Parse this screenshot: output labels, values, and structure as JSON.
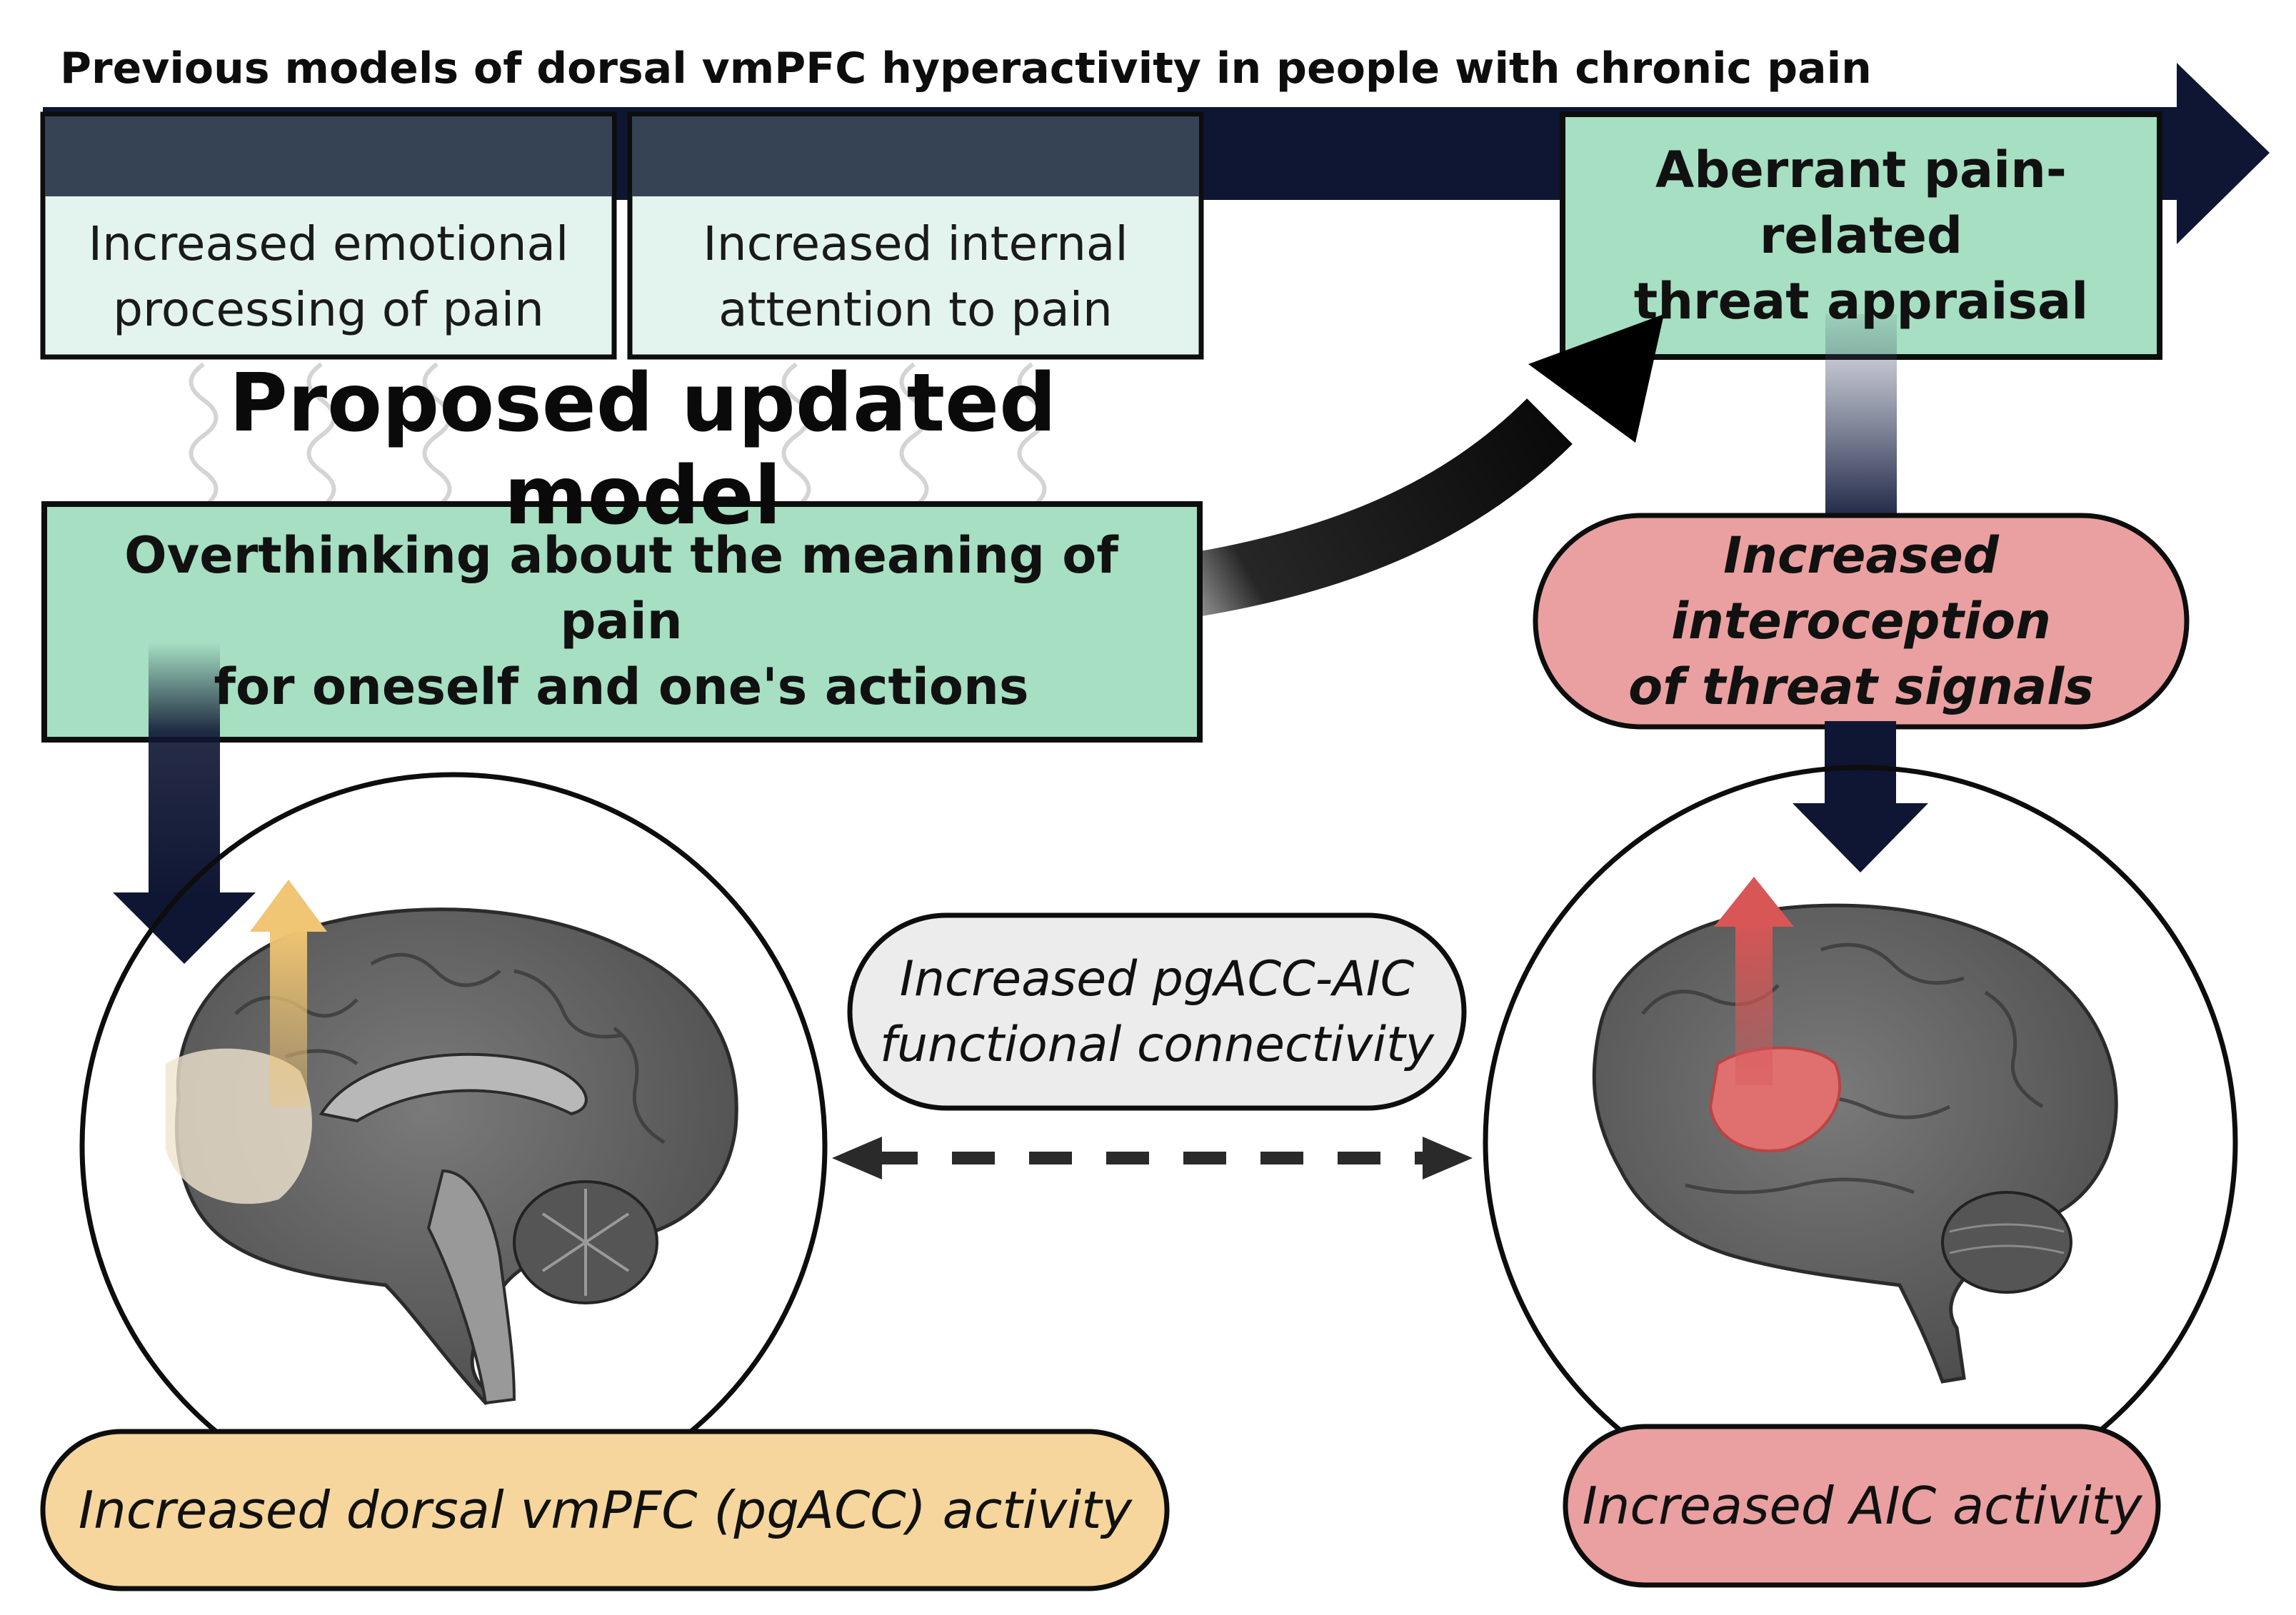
{
  "header": {
    "title": "Previous models of dorsal vmPFC hyperactivity in people with chronic pain"
  },
  "previous_models": [
    {
      "label": "Increased emotional\nprocessing of pain"
    },
    {
      "label": "Increased internal\nattention to pain"
    }
  ],
  "threat_appraisal": {
    "label": "Aberrant pain-related\nthreat appraisal"
  },
  "proposed": {
    "heading": "Proposed updated model",
    "box_label": "Overthinking about the meaning of pain\nfor oneself and one's actions"
  },
  "interoception": {
    "label": "Increased interoception\nof threat signals"
  },
  "connectivity": {
    "label": "Increased  pgACC-AIC\nfunctional connectivity"
  },
  "outcomes": {
    "vmpfc": "Increased dorsal vmPFC (pgACC) activity",
    "aic": "Increased AIC activity"
  },
  "colors": {
    "navy": "#0f1633",
    "header_band": "#354354",
    "light_teal": "#e3f4ee",
    "green": "#a6dfc2",
    "pink": "#eaa0a0",
    "peach": "#f6d69c",
    "gray_bubble": "#ececec",
    "brain_gray": "#5c5c5c",
    "yellow_arrow": "#f0c573",
    "red_arrow": "#d85656"
  },
  "icons": [
    "sagittal-brain-icon",
    "lateral-brain-icon",
    "up-arrow-icon"
  ]
}
